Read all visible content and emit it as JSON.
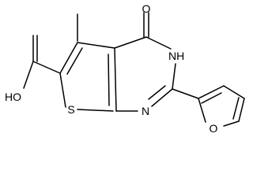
{
  "molecule": {
    "atom_labels": {
      "carbonyl_oxygen": "O",
      "ring_nh": "NH",
      "ring_n": "N",
      "thiophene_sulfur": "S",
      "hydroxyl": "HO",
      "furan_oxygen": "O"
    },
    "colors": {
      "bond": "#000000",
      "label": "#000000",
      "background": "#ffffff"
    }
  }
}
